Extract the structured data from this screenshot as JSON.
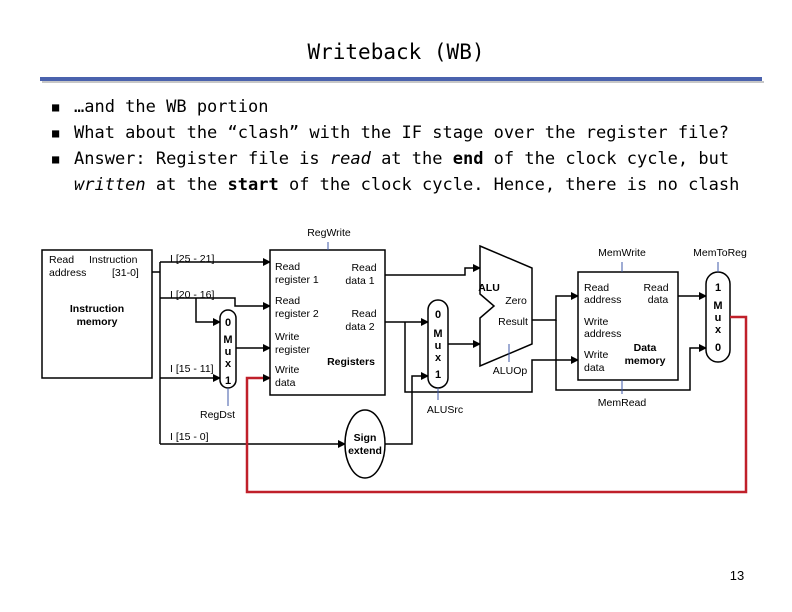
{
  "slide": {
    "title": "Writeback (WB)",
    "bullets": [
      [
        {
          "t": "…and the WB portion"
        }
      ],
      [
        {
          "t": "What about the “clash” with the IF stage over the register file?"
        }
      ],
      [
        {
          "t": "Answer: Register file is "
        },
        {
          "t": "read",
          "s": "i"
        },
        {
          "t": " at the "
        },
        {
          "t": "end",
          "s": "b"
        },
        {
          "t": " of the clock cycle, but "
        },
        {
          "t": "written",
          "s": "i"
        },
        {
          "t": " at the "
        },
        {
          "t": "start",
          "s": "b"
        },
        {
          "t": " of the clock cycle. Hence, there is no clash"
        }
      ]
    ],
    "page_number": "13"
  },
  "diagram": {
    "instruction_memory": {
      "read_address": "Read address",
      "instruction": "Instruction [31-0]",
      "name": "Instruction memory"
    },
    "fields": {
      "rs": "I [25 - 21]",
      "rt": "I [20 - 16]",
      "rd": "I [15 - 11]",
      "imm": "I [15 - 0]"
    },
    "regdst_mux": {
      "in0": "0",
      "letters": [
        "M",
        "u",
        "x"
      ],
      "in1": "1",
      "control": "RegDst"
    },
    "registers": {
      "read_reg1": "Read register 1",
      "read_reg2": "Read register 2",
      "write_reg": "Write register",
      "write_data": "Write data",
      "read_data1": "Read data 1",
      "read_data2": "Read data 2",
      "name": "Registers",
      "control": "RegWrite"
    },
    "sign_extend": "Sign extend",
    "alusrc_mux": {
      "in0": "0",
      "letters": [
        "M",
        "u",
        "x"
      ],
      "in1": "1",
      "control": "ALUSrc"
    },
    "alu": {
      "name": "ALU",
      "zero": "Zero",
      "result": "Result",
      "control": "ALUOp"
    },
    "data_memory": {
      "read_address": "Read address",
      "read_data": "Read data",
      "write_address": "Write address",
      "write_data": "Write data",
      "name": "Data memory",
      "mem_write": "MemWrite",
      "mem_read": "MemRead"
    },
    "memtoreg_mux": {
      "in1": "1",
      "letters": [
        "M",
        "u",
        "x"
      ],
      "in0": "0",
      "control": "MemToReg"
    },
    "colors": {
      "rule": "#4a62ad",
      "writeback_path": "#c0202a",
      "control": "#3f5aa8"
    }
  }
}
